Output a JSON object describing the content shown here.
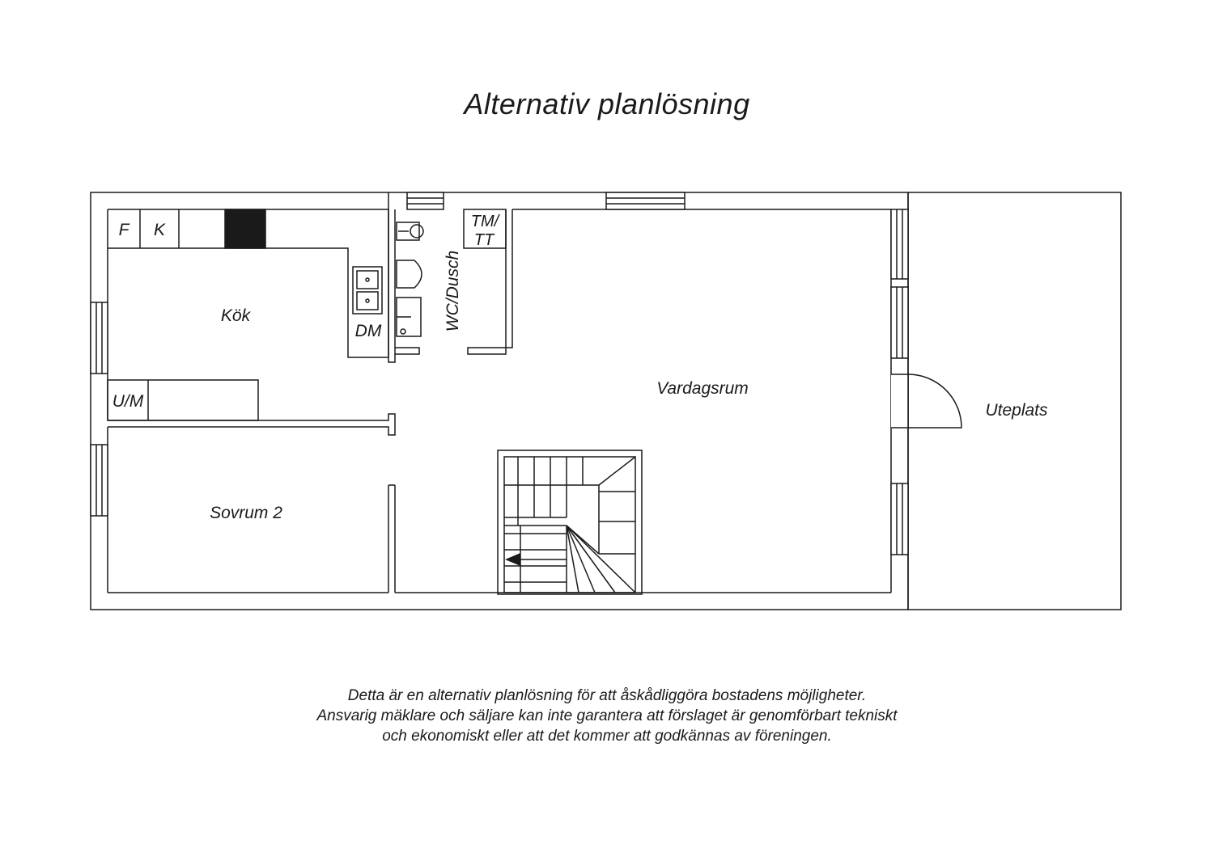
{
  "title": "Alternativ planlösning",
  "rooms": {
    "kitchen": "Kök",
    "living_room": "Vardagsrum",
    "bedroom": "Sovrum 2",
    "patio": "Uteplats",
    "bathroom": "WC/Dusch"
  },
  "fixtures": {
    "fridge": "F",
    "freezer": "K",
    "dishwasher": "DM",
    "storage": "U/M",
    "laundry_line1": "TM/",
    "laundry_line2": "TT"
  },
  "disclaimer": {
    "line1": "Detta är en alternativ planlösning för att åskådliggöra bostadens möjligheter.",
    "line2": "Ansvarig mäklare och säljare kan inte garantera att förslaget är genomförbart tekniskt",
    "line3": "och ekonomiskt eller att det kommer att godkännas av föreningen."
  }
}
